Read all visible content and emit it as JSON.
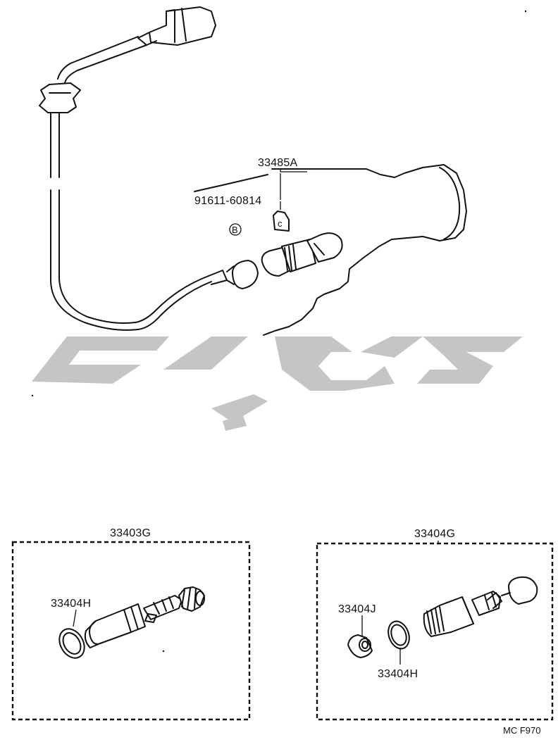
{
  "diagram": {
    "parts": {
      "upper_clip": "33485A",
      "upper_bolt": "91611-60814",
      "upper_bolt_marker": "B",
      "left_assembly": "33403G",
      "left_oring": "33404H",
      "right_assembly": "33404G",
      "right_cap": "33404J",
      "right_oring": "33404H"
    },
    "figure_code": "MC F970",
    "watermark_text": "تو پارت"
  }
}
